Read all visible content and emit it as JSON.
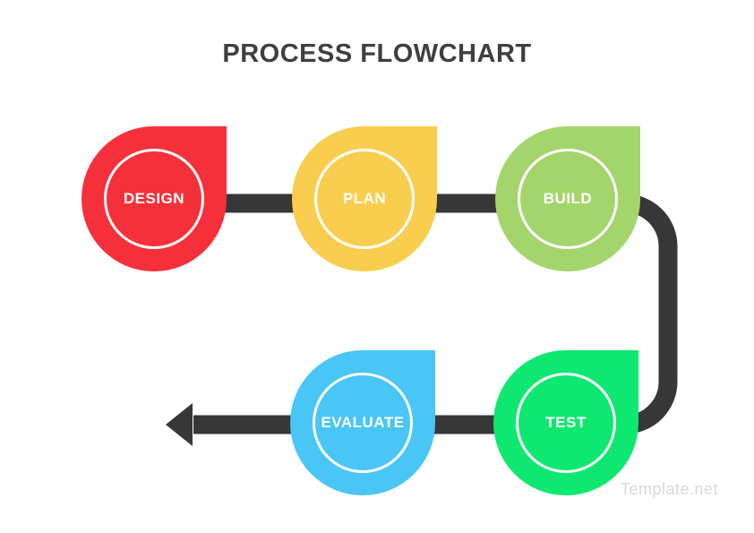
{
  "title": "PROCESS FLOWCHART",
  "watermark": "Template.net",
  "colors": {
    "background": "#ffffff",
    "title": "#3f3f3f",
    "connector": "#373737",
    "ring": "#ffffff",
    "label": "#ffffff",
    "watermark": "#d9d9d9"
  },
  "nodes": [
    {
      "id": "design",
      "label": "DESIGN",
      "color": "#f6303a"
    },
    {
      "id": "plan",
      "label": "PLAN",
      "color": "#f9ce4e"
    },
    {
      "id": "build",
      "label": "BUILD",
      "color": "#a4d56c"
    },
    {
      "id": "test",
      "label": "TEST",
      "color": "#0fe870"
    },
    {
      "id": "evaluate",
      "label": "EVALUATE",
      "color": "#49c6f5"
    }
  ],
  "flow": {
    "order": [
      "DESIGN",
      "PLAN",
      "BUILD",
      "TEST",
      "EVALUATE"
    ],
    "end_marker": "left-arrow"
  }
}
